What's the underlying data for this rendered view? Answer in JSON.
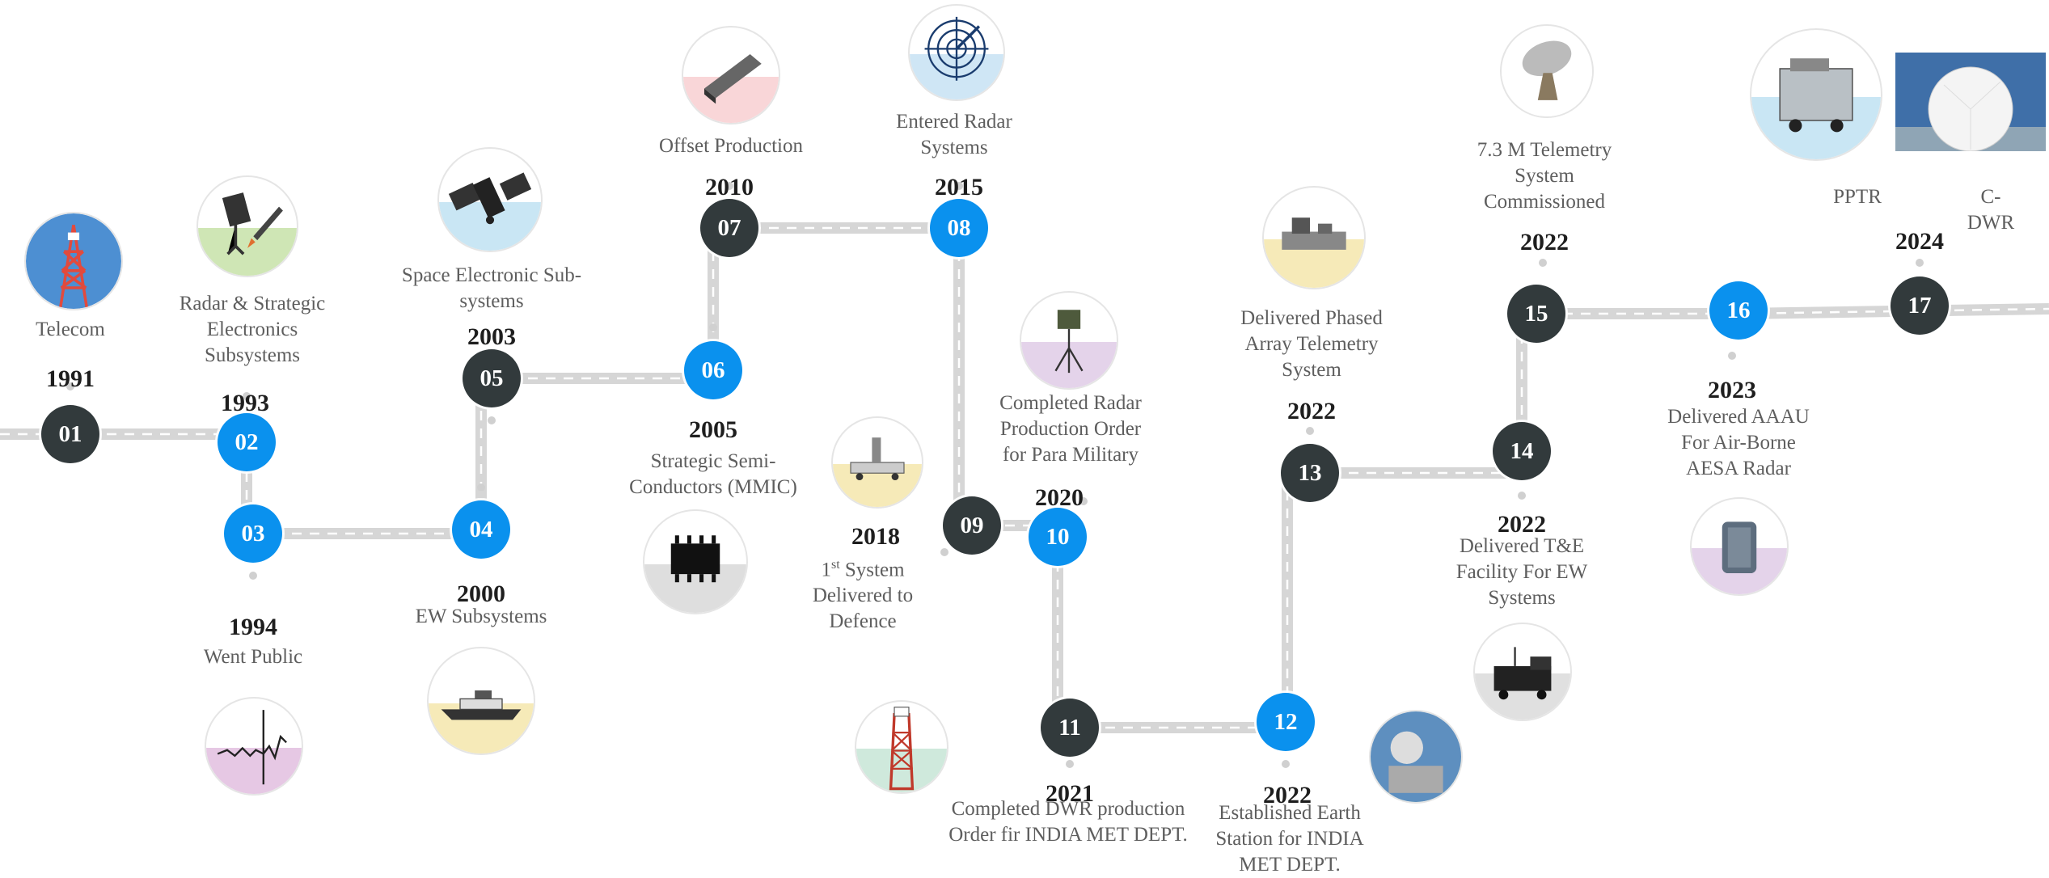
{
  "milestones": [
    {
      "num": "01",
      "year": "1991",
      "caption": "Telecom",
      "color": "dark",
      "icon": "telecom-tower-icon",
      "tint": "#dbe7f5"
    },
    {
      "num": "02",
      "year": "1993",
      "caption": "Radar & Strategic\nElectronics\nSubsystems",
      "color": "blue",
      "icon": "radar-missile-icon",
      "tint": "#cfe6b5"
    },
    {
      "num": "03",
      "year": "1994",
      "caption": "Went Public",
      "color": "blue",
      "icon": "stock-chart-icon",
      "tint": "#e6c8e4"
    },
    {
      "num": "04",
      "year": "2000",
      "caption": "EW Subsystems",
      "color": "blue",
      "icon": "ship-icon",
      "tint": "#f6eab8"
    },
    {
      "num": "05",
      "year": "2003",
      "caption": "Space Electronic Sub-\nsystems",
      "color": "dark",
      "icon": "satellite-icon",
      "tint": "#c9e6f4"
    },
    {
      "num": "06",
      "year": "2005",
      "caption": "Strategic Semi-\nConductors (MMIC)",
      "color": "blue",
      "icon": "chip-icon",
      "tint": "#dedede"
    },
    {
      "num": "07",
      "year": "2010",
      "caption": "Offset Production",
      "color": "dark",
      "icon": "module-icon",
      "tint": "#f9d6d8"
    },
    {
      "num": "08",
      "year": "2015",
      "caption": "Entered Radar\nSystems",
      "color": "blue",
      "icon": "radar-scope-icon",
      "tint": "#cfe6f5"
    },
    {
      "num": "09",
      "year": "2018",
      "caption_pre": "1",
      "caption_sup": "st",
      "caption_post": " System\nDelivered to\nDefence",
      "color": "dark",
      "icon": "mobile-radar-icon",
      "tint": "#f6eab8"
    },
    {
      "num": "10",
      "year": "2020",
      "caption": "Completed Radar\nProduction Order\nfor Para Military",
      "color": "blue",
      "icon": "tripod-radar-icon",
      "tint": "#e4d3ea"
    },
    {
      "num": "11",
      "year": "2021",
      "caption": "Completed DWR production\nOrder fir INDIA MET DEPT.",
      "color": "dark",
      "icon": "lattice-tower-icon",
      "tint": "#cfe9dc"
    },
    {
      "num": "12",
      "year": "2022",
      "caption": "Established Earth\nStation for INDIA\nMET DEPT.",
      "color": "blue",
      "icon": "earth-station-icon",
      "tint": "#cfe6b5"
    },
    {
      "num": "13",
      "year": "2022",
      "caption": "Delivered Phased\nArray Telemetry\nSystem",
      "color": "dark",
      "icon": "phased-array-icon",
      "tint": "#f6eab8"
    },
    {
      "num": "14",
      "year": "2022",
      "caption": "Delivered T&E\nFacility For EW\nSystems",
      "color": "dark",
      "icon": "ew-truck-icon",
      "tint": "#e0e0e0"
    },
    {
      "num": "15",
      "year": "2022",
      "caption": "7.3 M Telemetry\nSystem\nCommissioned",
      "color": "dark",
      "icon": "telemetry-dish-icon",
      "tint": "#ffffff"
    },
    {
      "num": "16",
      "year": "2023",
      "caption": "Delivered AAAU\nFor Air-Borne\nAESA Radar",
      "color": "blue",
      "icon": "aesa-unit-icon",
      "tint": "#e4d3ea"
    },
    {
      "num": "17",
      "year": "2024",
      "color": "dark",
      "sub_labels": [
        "PPTR",
        "C-DWR"
      ],
      "icon": "pptr-trailer-icon",
      "icon2": "radome-icon",
      "tint": "#c9e6f4"
    }
  ],
  "colors": {
    "dark": "#323a3c",
    "blue": "#0a91ee",
    "road": "#d4d4d4",
    "road_dash": "#ffffff"
  }
}
